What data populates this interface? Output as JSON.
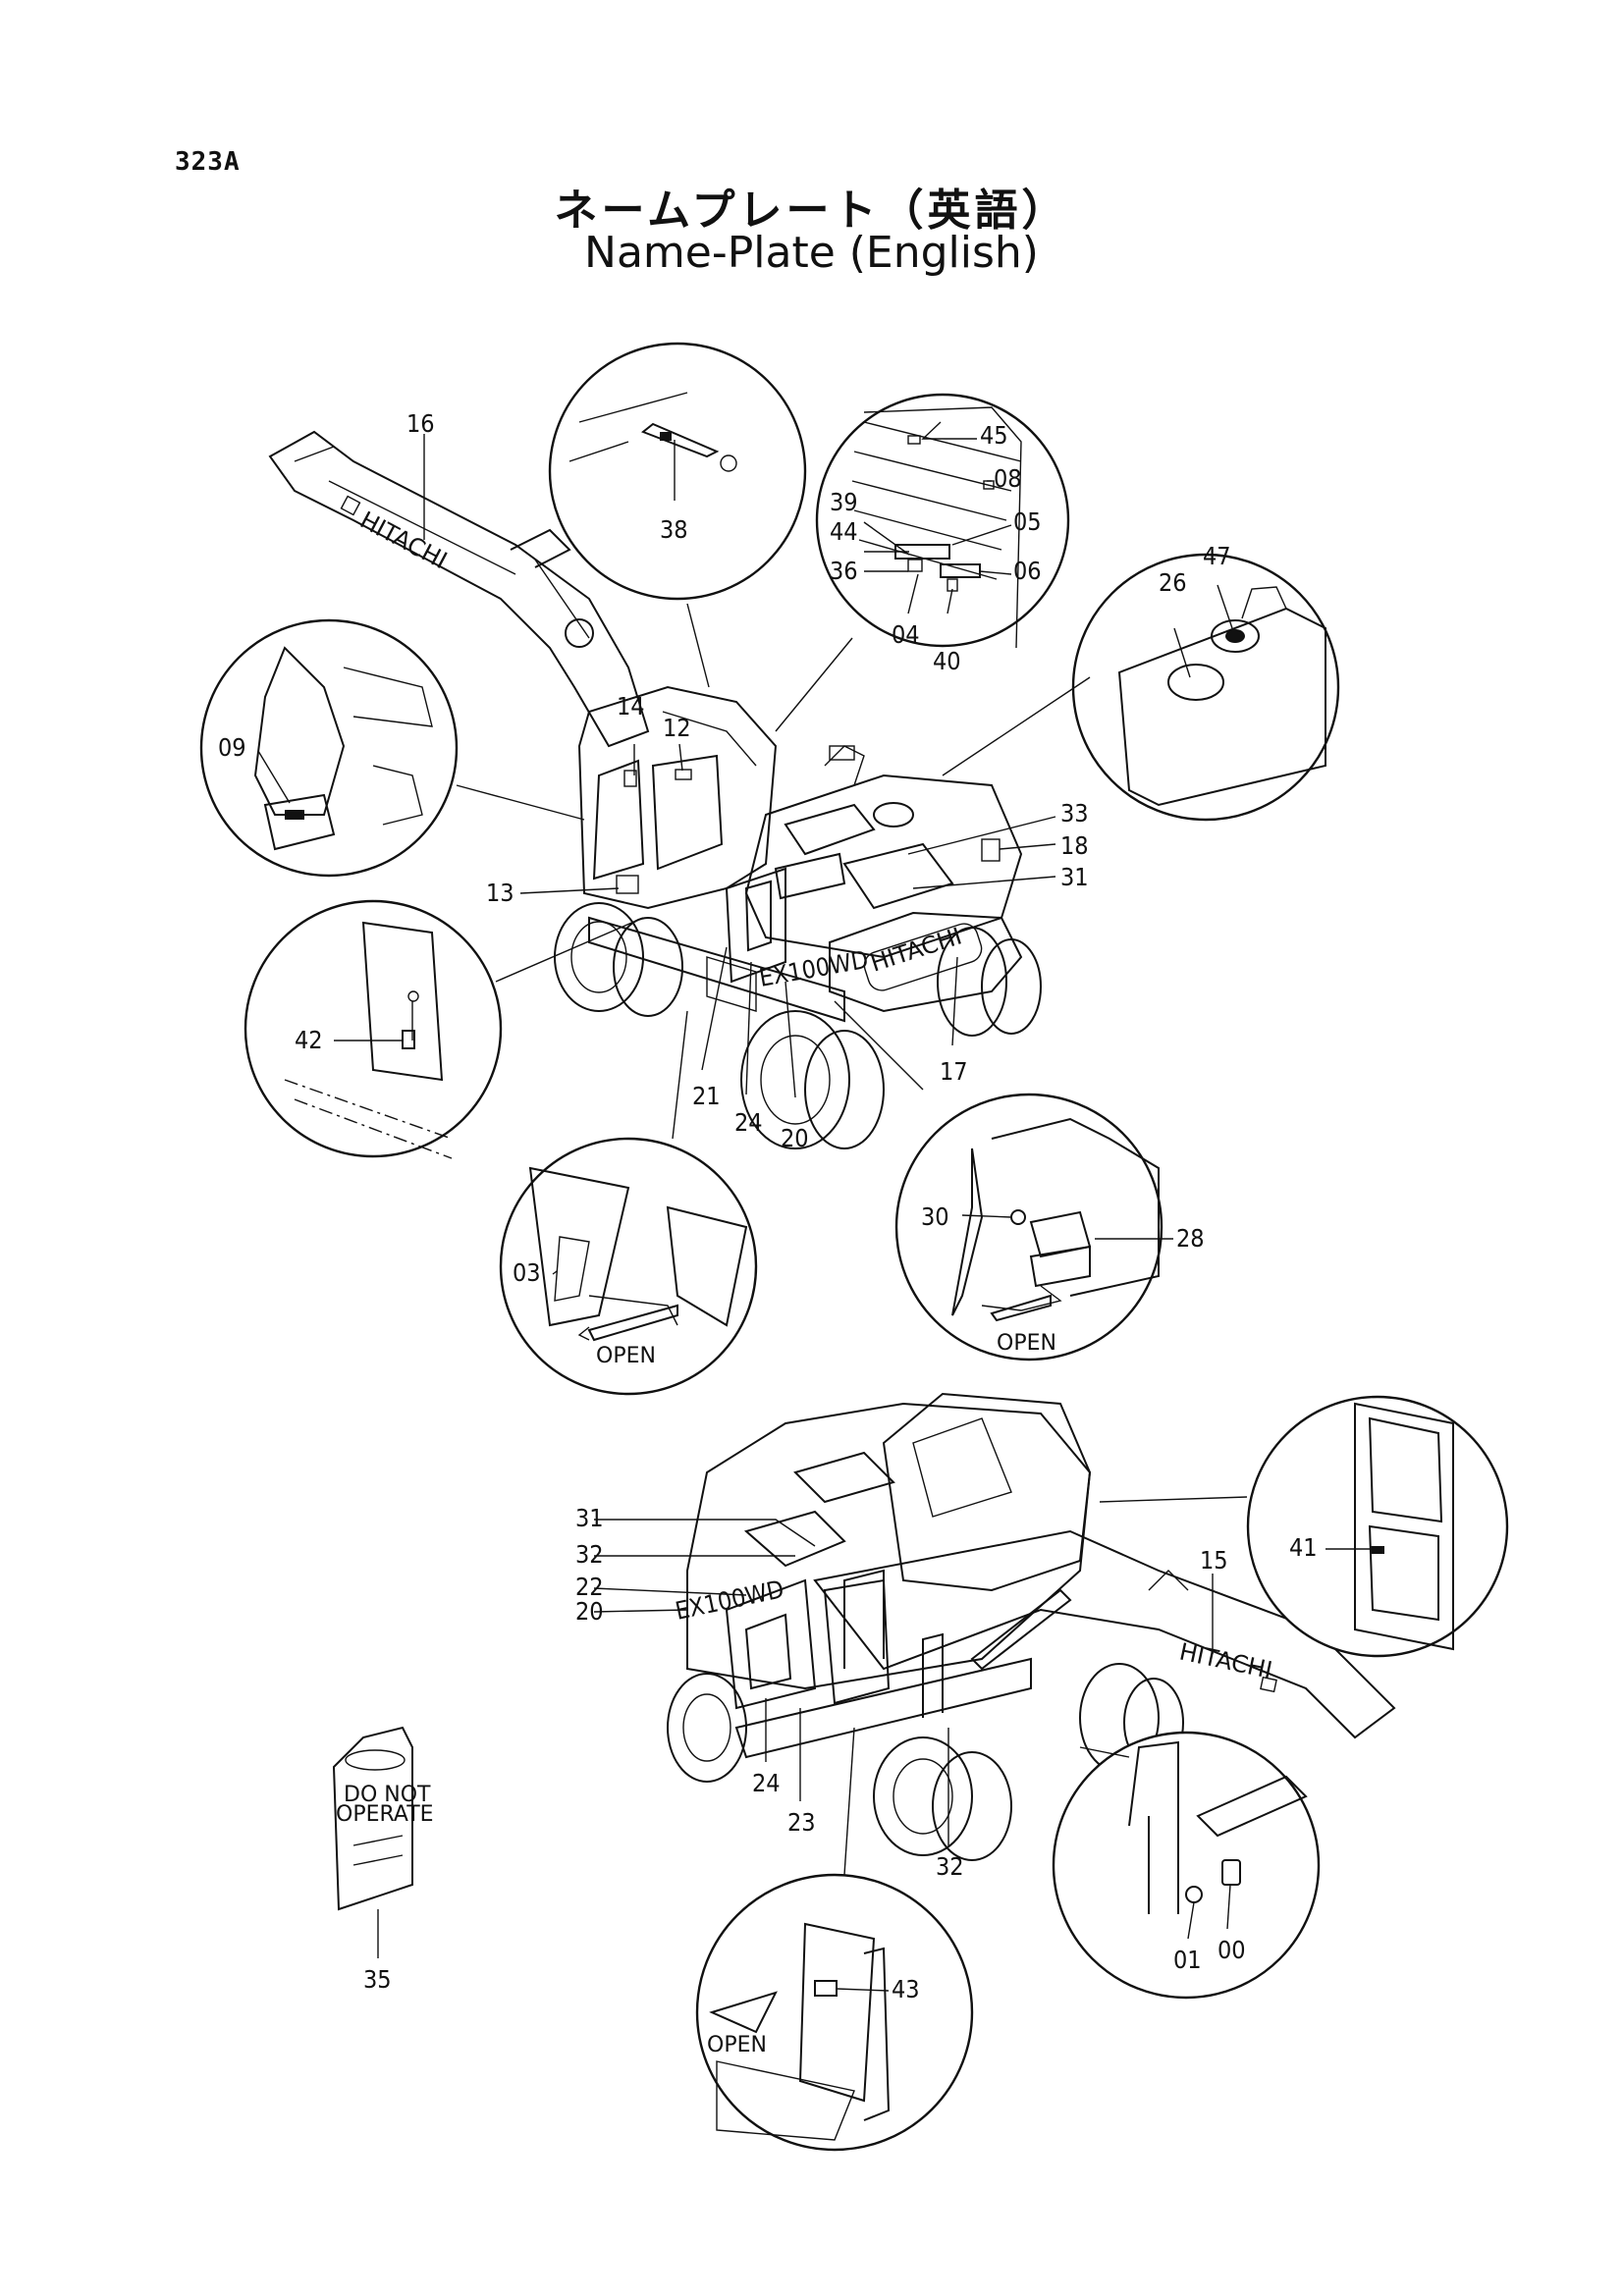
{
  "header": {
    "page_code": "323A",
    "title_jp": "ネームプレート（英語）",
    "title_en": "Name-Plate (English)"
  },
  "callouts": {
    "c16": "16",
    "c38": "38",
    "c45": "45",
    "c08": "08",
    "c39": "39",
    "c44": "44",
    "c05": "05",
    "c36": "36",
    "c06": "06",
    "c04": "04",
    "c40": "40",
    "c47": "47",
    "c26": "26",
    "c09": "09",
    "c14": "14",
    "c12": "12",
    "c33": "33",
    "c18": "18",
    "c31a": "31",
    "c13": "13",
    "c42": "42",
    "c17": "17",
    "c21": "21",
    "c24a": "24",
    "c20a": "20",
    "c30": "30",
    "c28": "28",
    "c03": "03",
    "c41": "41",
    "c31b": "31",
    "c32a": "32",
    "c22": "22",
    "c20b": "20",
    "c15": "15",
    "c24b": "24",
    "c23": "23",
    "c32b": "32",
    "c35": "35",
    "c01": "01",
    "c00": "00",
    "c43": "43"
  },
  "captions": {
    "open1": "OPEN",
    "open2": "OPEN",
    "open3": "OPEN"
  },
  "markings": {
    "brand_boom_top": "HITACHI",
    "brand_counterweight": "HITACHI",
    "brand_boom_bottom": "HITACHI",
    "model_top": "EX100WD",
    "model_bottom": "EX100WD",
    "tag_line1": "DO NOT",
    "tag_line2": "OPERATE"
  }
}
